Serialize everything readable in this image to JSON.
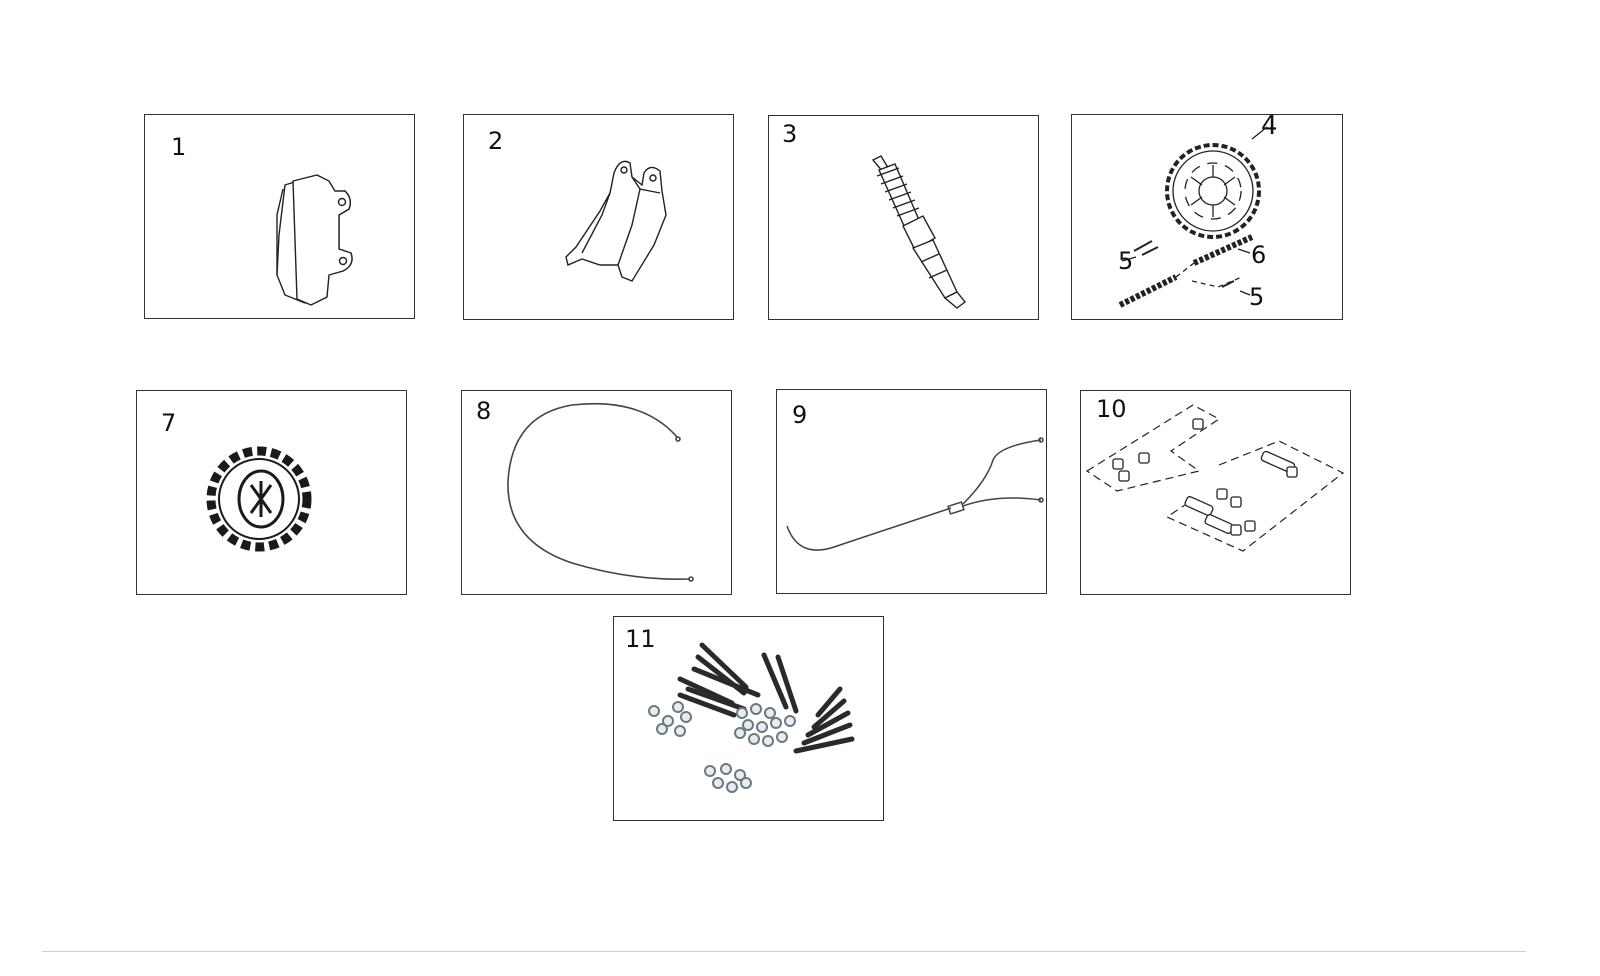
{
  "panels": [
    {
      "number": "1",
      "icon": "brake-pad-front-icon"
    },
    {
      "number": "2",
      "icon": "brake-pad-rear-icon"
    },
    {
      "number": "3",
      "icon": "spark-plug-icon"
    },
    {
      "number": "4",
      "icon": "sprocket-chain-kit-icon",
      "callouts": [
        "5",
        "6",
        "5"
      ]
    },
    {
      "number": "7",
      "icon": "front-sprocket-icon"
    },
    {
      "number": "8",
      "icon": "cable-icon"
    },
    {
      "number": "9",
      "icon": "split-cable-icon"
    },
    {
      "number": "10",
      "icon": "bushing-kit-icon"
    },
    {
      "number": "11",
      "icon": "bolt-nut-kit-icon"
    }
  ]
}
